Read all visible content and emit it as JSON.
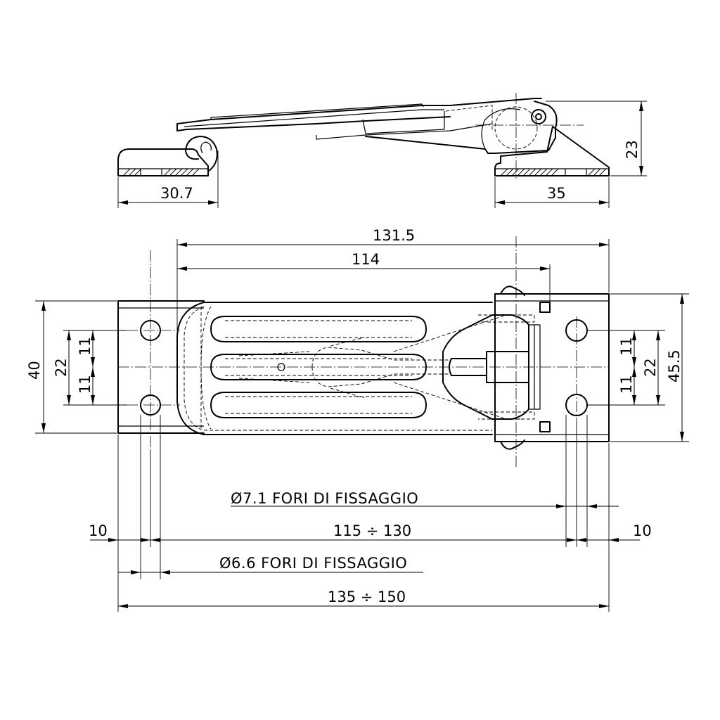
{
  "side_view": {
    "dimensions": {
      "left_base": "30.7",
      "right_base": "35",
      "height": "23"
    }
  },
  "top_view": {
    "dimensions": {
      "overall_length": "131.5",
      "lever_length": "114",
      "width_left": "40",
      "hole_spacing_left": "22",
      "half_spacing_left_upper": "11",
      "half_spacing_left_lower": "11",
      "width_right": "45.5",
      "hole_spacing_right": "22",
      "half_spacing_right_upper": "11",
      "half_spacing_right_lower": "11"
    },
    "notes": {
      "holes_right": "Ø7.1  FORI DI FISSAGGIO",
      "holes_left": "Ø6.6  FORI DI FISSAGGIO"
    },
    "bottom_dimensions": {
      "edge_left": "10",
      "hole_span": "115 ÷ 130",
      "edge_right": "10",
      "total_span": "135 ÷ 150"
    }
  }
}
